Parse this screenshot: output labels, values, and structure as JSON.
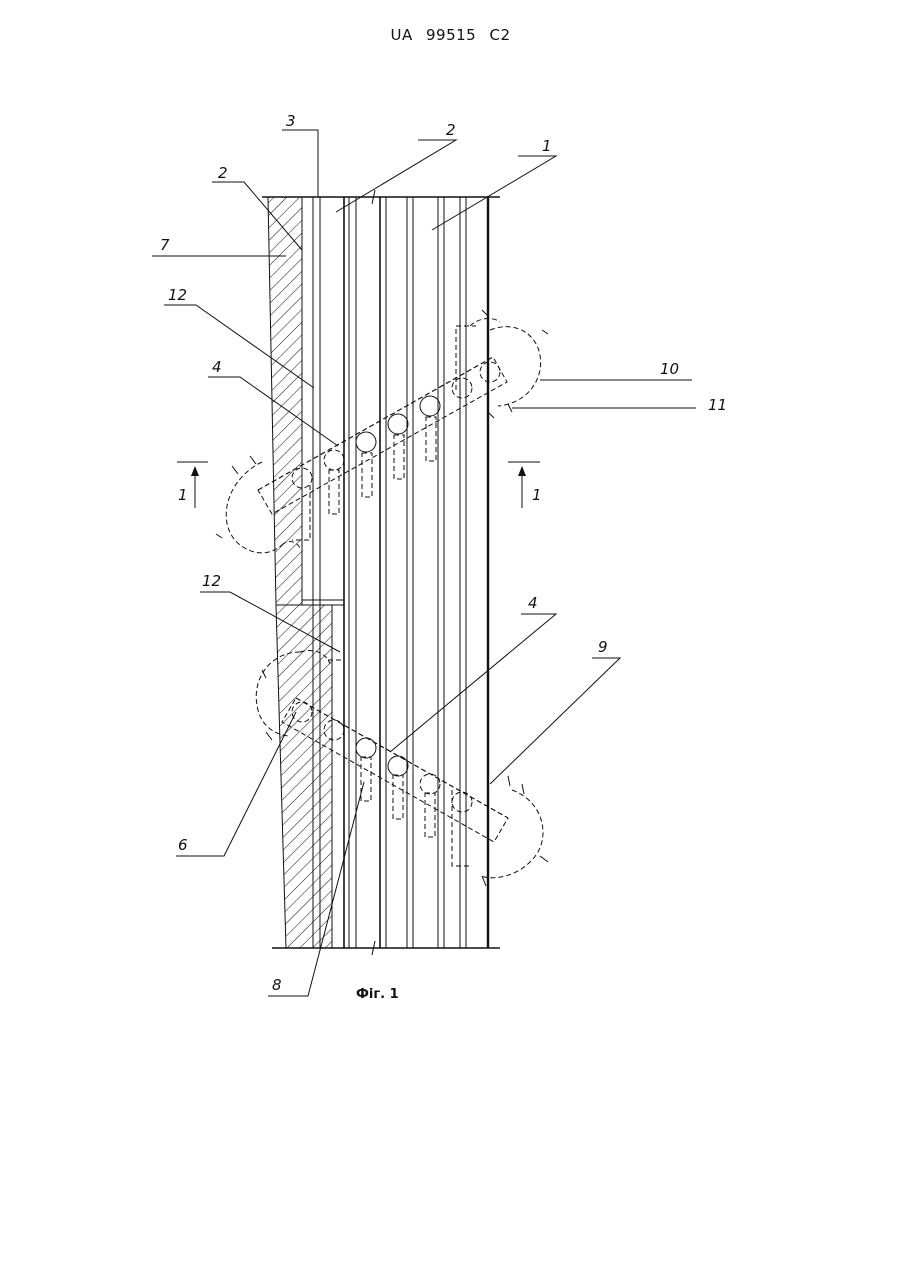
{
  "header": {
    "doc_number": "UA   99515   C2"
  },
  "figure": {
    "caption": "Фіг. 1",
    "labels": {
      "l1": "1",
      "l2a": "2",
      "l2b": "2",
      "l3": "3",
      "l4a": "4",
      "l4b": "4",
      "l6": "6",
      "l7": "7",
      "l8": "8",
      "l9": "9",
      "l10": "10",
      "l11": "11",
      "l12a": "12",
      "l12b": "12"
    },
    "section_marks": {
      "left": "1",
      "right": "1"
    }
  }
}
